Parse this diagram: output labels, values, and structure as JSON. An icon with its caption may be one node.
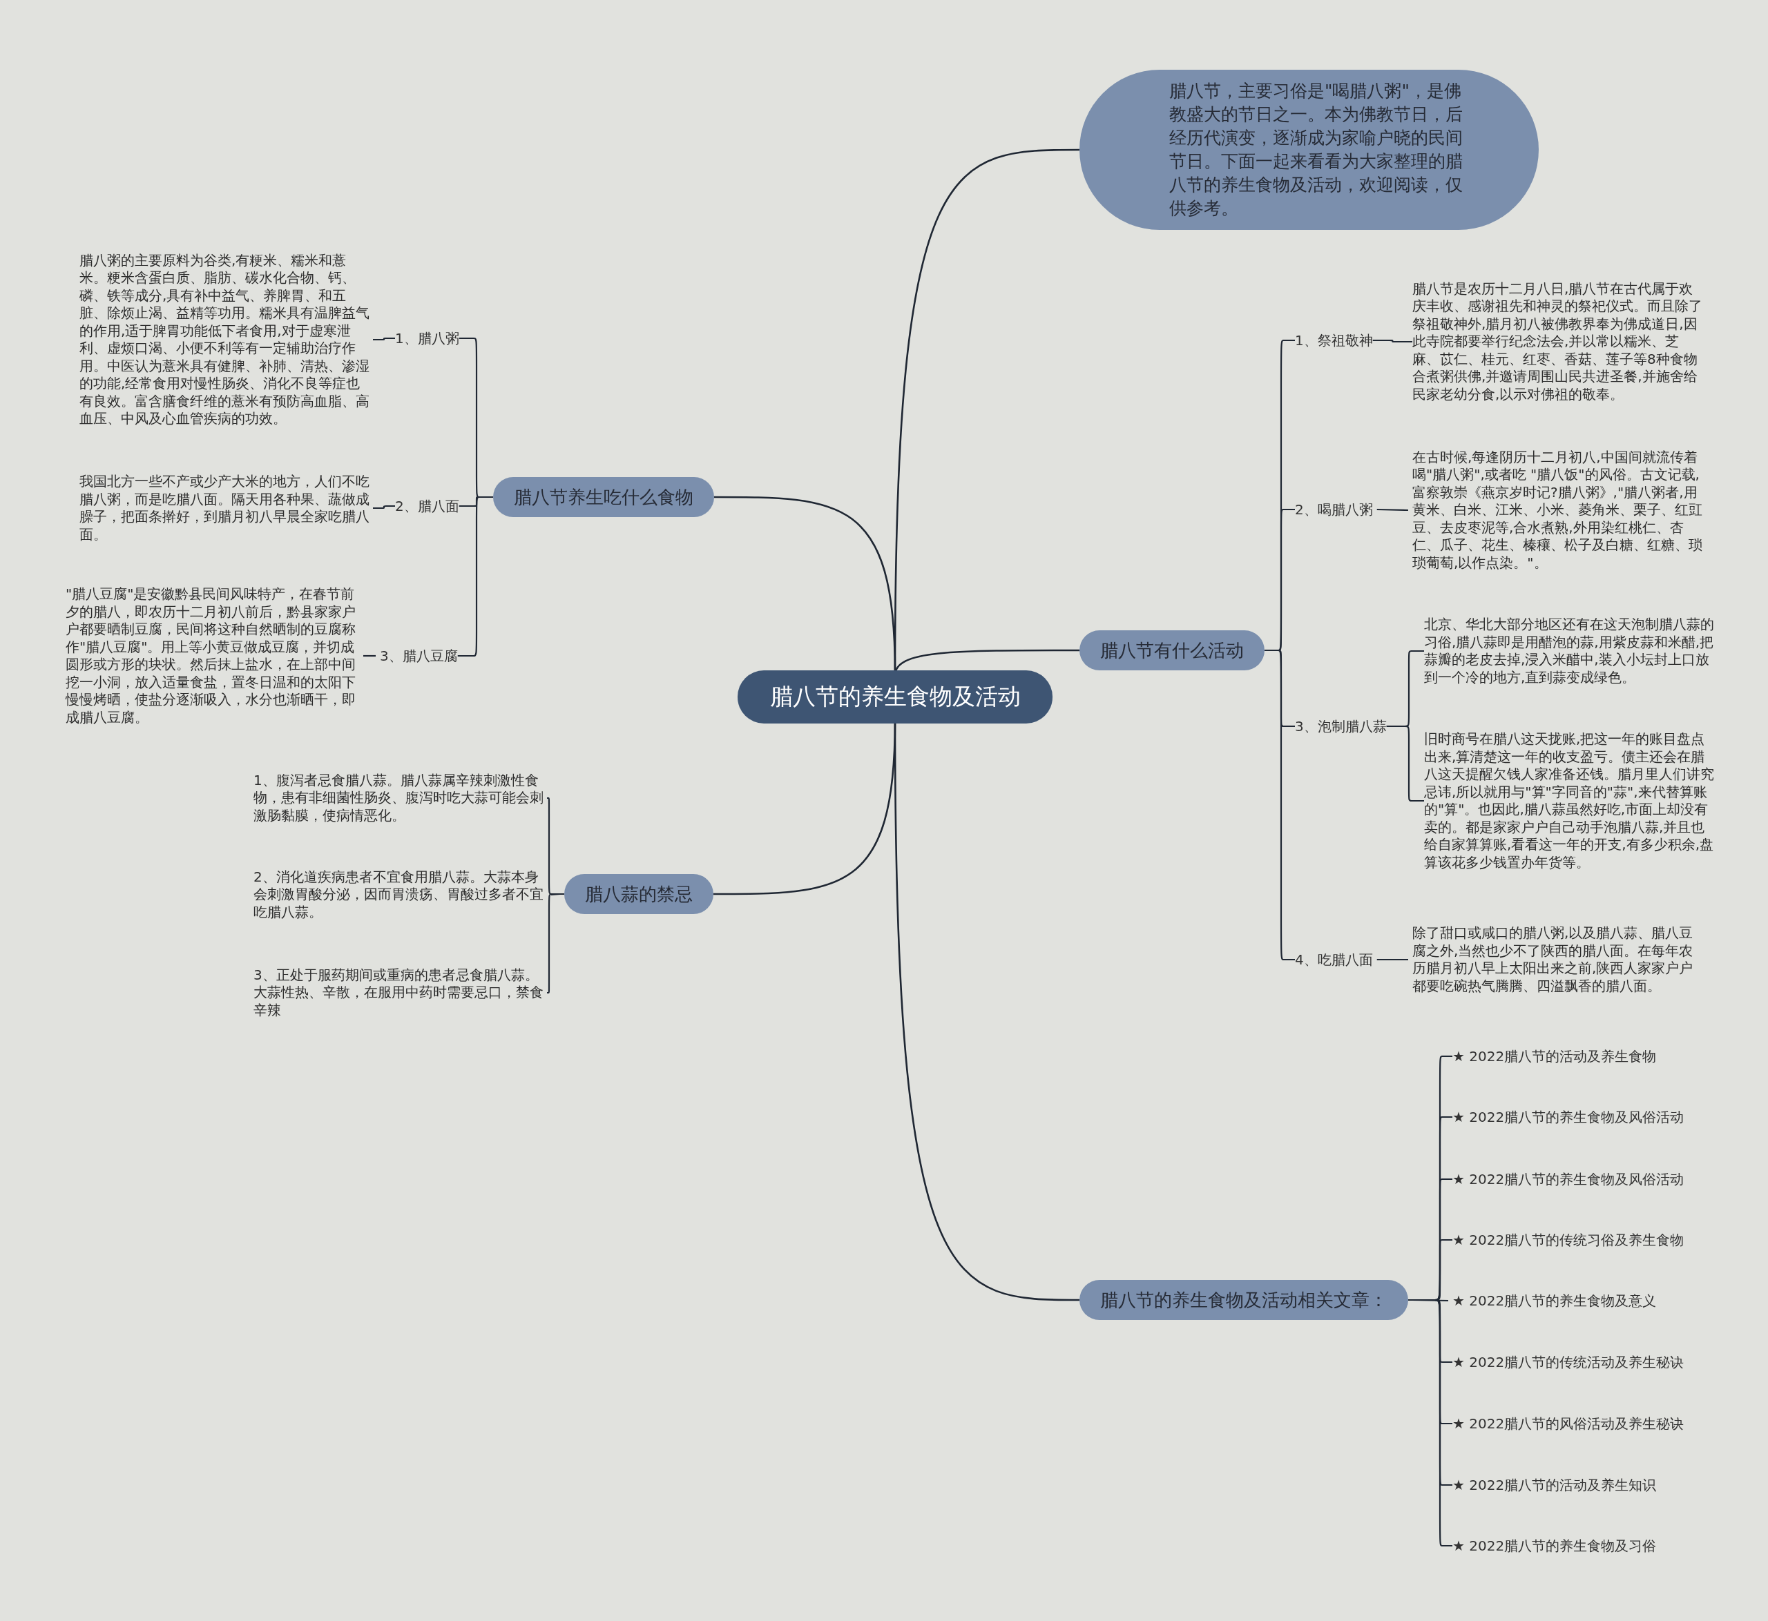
{
  "diagram": {
    "nodes": [
      {
        "text": [
          "腊八节的养生食物及活动"
        ]
      },
      {
        "text": [
          "腊八节，主要习俗是\"喝腊八粥\"，是佛教盛大的节日之一。本为佛教节日，后经历代演变，逐渐成为家喻户晓的民间节日。下面一起来看看为大家整理的腊八节的养生食物及活动，欢迎阅读，仅供参考。"
        ]
      },
      {
        "text": [
          "腊八节有什么活动"
        ]
      },
      {
        "text": [
          "1、祭祖敬神"
        ]
      },
      {
        "text": [
          "腊八节是农历十二月八日,腊八节在古代属于欢庆丰收、感谢祖先和神灵的祭祀仪式。而且除了祭祖敬神外,腊月初八被佛教界奉为佛成道日,因此寺院都要举行纪念法会,并以常以糯米、芝麻、苡仁、桂元、红枣、香菇、莲子等8种食物合煮粥供佛,并邀请周围山民共进圣餐,并施舍给民家老幼分食,以示对佛祖的敬奉。"
        ]
      },
      {
        "text": [
          "2、喝腊八粥"
        ]
      },
      {
        "text": [
          "在古时候,每逢阴历十二月初八,中国间就流传着喝\"腊八粥\",或者吃 \"腊八饭\"的风俗。古文记载,富察敦崇《燕京岁时记?腊八粥》,\"腊八粥者,用黄米、白米、江米、小米、菱角米、栗子、红豇豆、去皮枣泥等,合水煮熟,外用染红桃仁、杏仁、瓜子、花生、榛穰、松子及白糖、红糖、琐琐葡萄,以作点染。\"。"
        ]
      },
      {
        "text": [
          "3、泡制腊八蒜"
        ]
      },
      {
        "text": [
          "北京、华北大部分地区还有在这天泡制腊八蒜的习俗,腊八蒜即是用醋泡的蒜,用紫皮蒜和米醋,把蒜瓣的老皮去掉,浸入米醋中,装入小坛封上口放到一个冷的地方,直到蒜变成绿色。"
        ]
      },
      {
        "text": [
          "旧时商号在腊八这天拢账,把这一年的账目盘点出来,算清楚这一年的收支盈亏。债主还会在腊八这天提醒欠钱人家准备还钱。腊月里人们讲究忌讳,所以就用与\"算\"字同音的\"蒜\",来代替算账的\"算\"。也因此,腊八蒜虽然好吃,市面上却没有卖的。都是家家户户自己动手泡腊八蒜,并且也给自家算算账,看看这一年的开支,有多少积余,盘算该花多少钱置办年货等。"
        ]
      },
      {
        "text": [
          "4、吃腊八面"
        ]
      },
      {
        "text": [
          "除了甜口或咸口的腊八粥,以及腊八蒜、腊八豆腐之外,当然也少不了陕西的腊八面。在每年农历腊月初八早上太阳出来之前,陕西人家家户户都要吃碗热气腾腾、四溢飘香的腊八面。"
        ]
      },
      {
        "text": [
          "腊八节的养生食物及活动相关文章："
        ]
      },
      {
        "text": [
          "★ 2022腊八节的活动及养生食物"
        ]
      },
      {
        "text": [
          "★ 2022腊八节的养生食物及风俗活动"
        ]
      },
      {
        "text": [
          "★ 2022腊八节的养生食物及风俗活动"
        ]
      },
      {
        "text": [
          "★ 2022腊八节的传统习俗及养生食物"
        ]
      },
      {
        "text": [
          "★ 2022腊八节的养生食物及意义"
        ]
      },
      {
        "text": [
          "★ 2022腊八节的传统活动及养生秘诀"
        ]
      },
      {
        "text": [
          "★ 2022腊八节的风俗活动及养生秘诀"
        ]
      },
      {
        "text": [
          "★ 2022腊八节的活动及养生知识"
        ]
      },
      {
        "text": [
          "★ 2022腊八节的养生食物及习俗"
        ]
      },
      {
        "text": [
          "腊八节养生吃什么食物"
        ]
      },
      {
        "text": [
          "1、腊八粥"
        ]
      },
      {
        "text": [
          "腊八粥的主要原料为谷类,有粳米、糯米和薏米。粳米含蛋白质、脂肪、碳水化合物、钙、磷、铁等成分,具有补中益气、养脾胃、和五脏、除烦止渴、益精等功用。糯米具有温脾益气的作用,适于脾胃功能低下者食用,对于虚寒泄利、虚烦口渴、小便不利等有一定辅助治疗作用。中医认为薏米具有健脾、补肺、清热、渗湿的功能,经常食用对慢性肠炎、消化不良等症也有良效。富含膳食纤维的薏米有预防高血脂、高血压、中风及心血管疾病的功效。"
        ]
      },
      {
        "text": [
          "2、腊八面"
        ]
      },
      {
        "text": [
          "我国北方一些不产或少产大米的地方，人们不吃腊八粥，而是吃腊八面。隔天用各种果、蔬做成臊子，把面条擀好，到腊月初八早晨全家吃腊八面。"
        ]
      },
      {
        "text": [
          "3、腊八豆腐"
        ]
      },
      {
        "text": [
          "\"腊八豆腐\"是安徽黔县民间风味特产，在春节前夕的腊八，即农历十二月初八前后，黔县家家户户都要晒制豆腐，民间将这种自然晒制的豆腐称作\"腊八豆腐\"。用上等小黄豆做成豆腐，并切成圆形或方形的块状。然后抹上盐水，在上部中间挖一小洞，放入适量食盐，置冬日温和的太阳下慢慢烤晒，使盐分逐渐吸入，水分也渐晒干，即成腊八豆腐。"
        ]
      },
      {
        "text": [
          "腊八蒜的禁忌"
        ]
      },
      {
        "text": [
          "1、腹泻者忌食腊八蒜。腊八蒜属辛辣刺激性食物，患有非细菌性肠炎、腹泻时吃大蒜可能会刺激肠黏膜，使病情恶化。"
        ]
      },
      {
        "text": [
          "2、消化道疾病患者不宜食用腊八蒜。大蒜本身会刺激胃酸分泌，因而胃溃疡、胃酸过多者不宜吃腊八蒜。"
        ]
      },
      {
        "text": [
          "3、正处于服药期间或重病的患者忌食腊八蒜。大蒜性热、辛散，在服用中药时需要忌口，禁食辛辣"
        ]
      }
    ],
    "edges": [
      {
        "from": 0,
        "to": 1,
        "arrow": "none"
      },
      {
        "from": 0,
        "to": 2,
        "arrow": "none"
      },
      {
        "from": 2,
        "to": 3,
        "arrow": "none"
      },
      {
        "from": 3,
        "to": 4,
        "arrow": "none"
      },
      {
        "from": 2,
        "to": 5,
        "arrow": "none"
      },
      {
        "from": 5,
        "to": 6,
        "arrow": "none"
      },
      {
        "from": 2,
        "to": 7,
        "arrow": "none"
      },
      {
        "from": 7,
        "to": 8,
        "arrow": "none"
      },
      {
        "from": 7,
        "to": 9,
        "arrow": "none"
      },
      {
        "from": 2,
        "to": 10,
        "arrow": "none"
      },
      {
        "from": 10,
        "to": 11,
        "arrow": "none"
      },
      {
        "from": 0,
        "to": 12,
        "arrow": "none"
      },
      {
        "from": 12,
        "to": 13,
        "arrow": "none"
      },
      {
        "from": 12,
        "to": 14,
        "arrow": "none"
      },
      {
        "from": 12,
        "to": 15,
        "arrow": "none"
      },
      {
        "from": 12,
        "to": 16,
        "arrow": "none"
      },
      {
        "from": 12,
        "to": 17,
        "arrow": "none"
      },
      {
        "from": 12,
        "to": 18,
        "arrow": "none"
      },
      {
        "from": 12,
        "to": 19,
        "arrow": "none"
      },
      {
        "from": 12,
        "to": 20,
        "arrow": "none"
      },
      {
        "from": 12,
        "to": 21,
        "arrow": "none"
      },
      {
        "from": 0,
        "to": 22,
        "arrow": "none"
      },
      {
        "from": 22,
        "to": 23,
        "arrow": "none"
      },
      {
        "from": 23,
        "to": 24,
        "arrow": "none"
      },
      {
        "from": 22,
        "to": 25,
        "arrow": "none"
      },
      {
        "from": 25,
        "to": 26,
        "arrow": "none"
      },
      {
        "from": 22,
        "to": 27,
        "arrow": "none"
      },
      {
        "from": 27,
        "to": 28,
        "arrow": "none"
      },
      {
        "from": 0,
        "to": 29,
        "arrow": "none"
      },
      {
        "from": 29,
        "to": 30,
        "arrow": "none"
      },
      {
        "from": 29,
        "to": 31,
        "arrow": "none"
      },
      {
        "from": 29,
        "to": 32,
        "arrow": "none"
      }
    ]
  }
}
